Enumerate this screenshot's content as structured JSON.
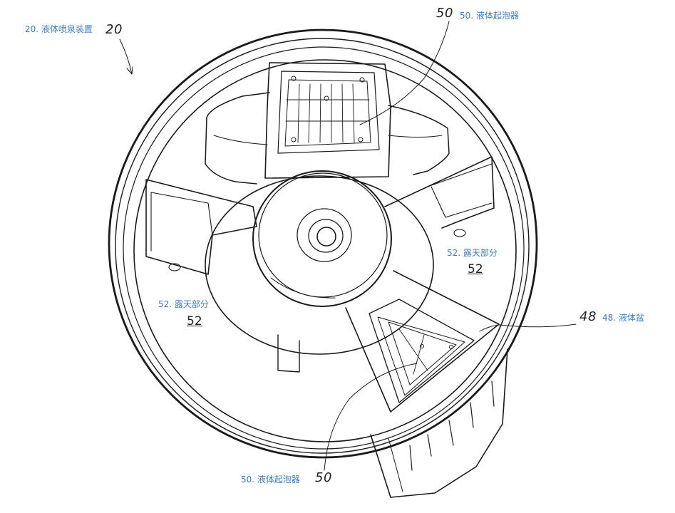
{
  "labels": {
    "fountain": "20. 液体喷泉装置",
    "foamer_top": "50. 液体起泡器",
    "foamer_bottom": "50. 液体起泡器",
    "open_right": "52. 露天部分",
    "open_left": "52. 露天部分",
    "basin": "48. 液体盆"
  },
  "refs": {
    "fountain": "20",
    "foamer_top": "50",
    "foamer_bottom": "50",
    "open_right": "52",
    "open_left": "52",
    "basin": "48"
  }
}
